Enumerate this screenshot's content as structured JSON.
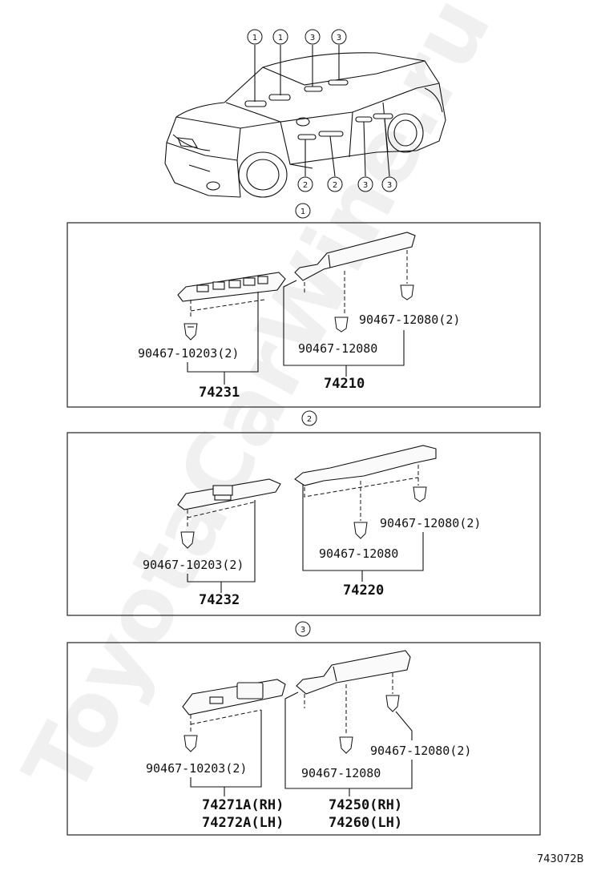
{
  "diagram_code": "743072B",
  "watermark": "ToyotaCarWine.ru",
  "overview_callouts": {
    "top": [
      "1",
      "1",
      "3",
      "3"
    ],
    "bottom": [
      "2",
      "2",
      "3",
      "3"
    ]
  },
  "sections": [
    {
      "marker": "1",
      "switch_clip_label": "90467-10203(2)",
      "switch_part": "74231",
      "armrest_clip_label": "90467-12080",
      "armrest_clip2_label": "90467-12080(2)",
      "armrest_part": "74210"
    },
    {
      "marker": "2",
      "switch_clip_label": "90467-10203(2)",
      "switch_part": "74232",
      "armrest_clip_label": "90467-12080",
      "armrest_clip2_label": "90467-12080(2)",
      "armrest_part": "74220"
    },
    {
      "marker": "3",
      "switch_clip_label": "90467-10203(2)",
      "switch_part": "74271A(RH)",
      "switch_part2": "74272A(LH)",
      "armrest_clip_label": "90467-12080",
      "armrest_clip2_label": "90467-12080(2)",
      "armrest_part": "74250(RH)",
      "armrest_part2": "74260(LH)"
    }
  ]
}
